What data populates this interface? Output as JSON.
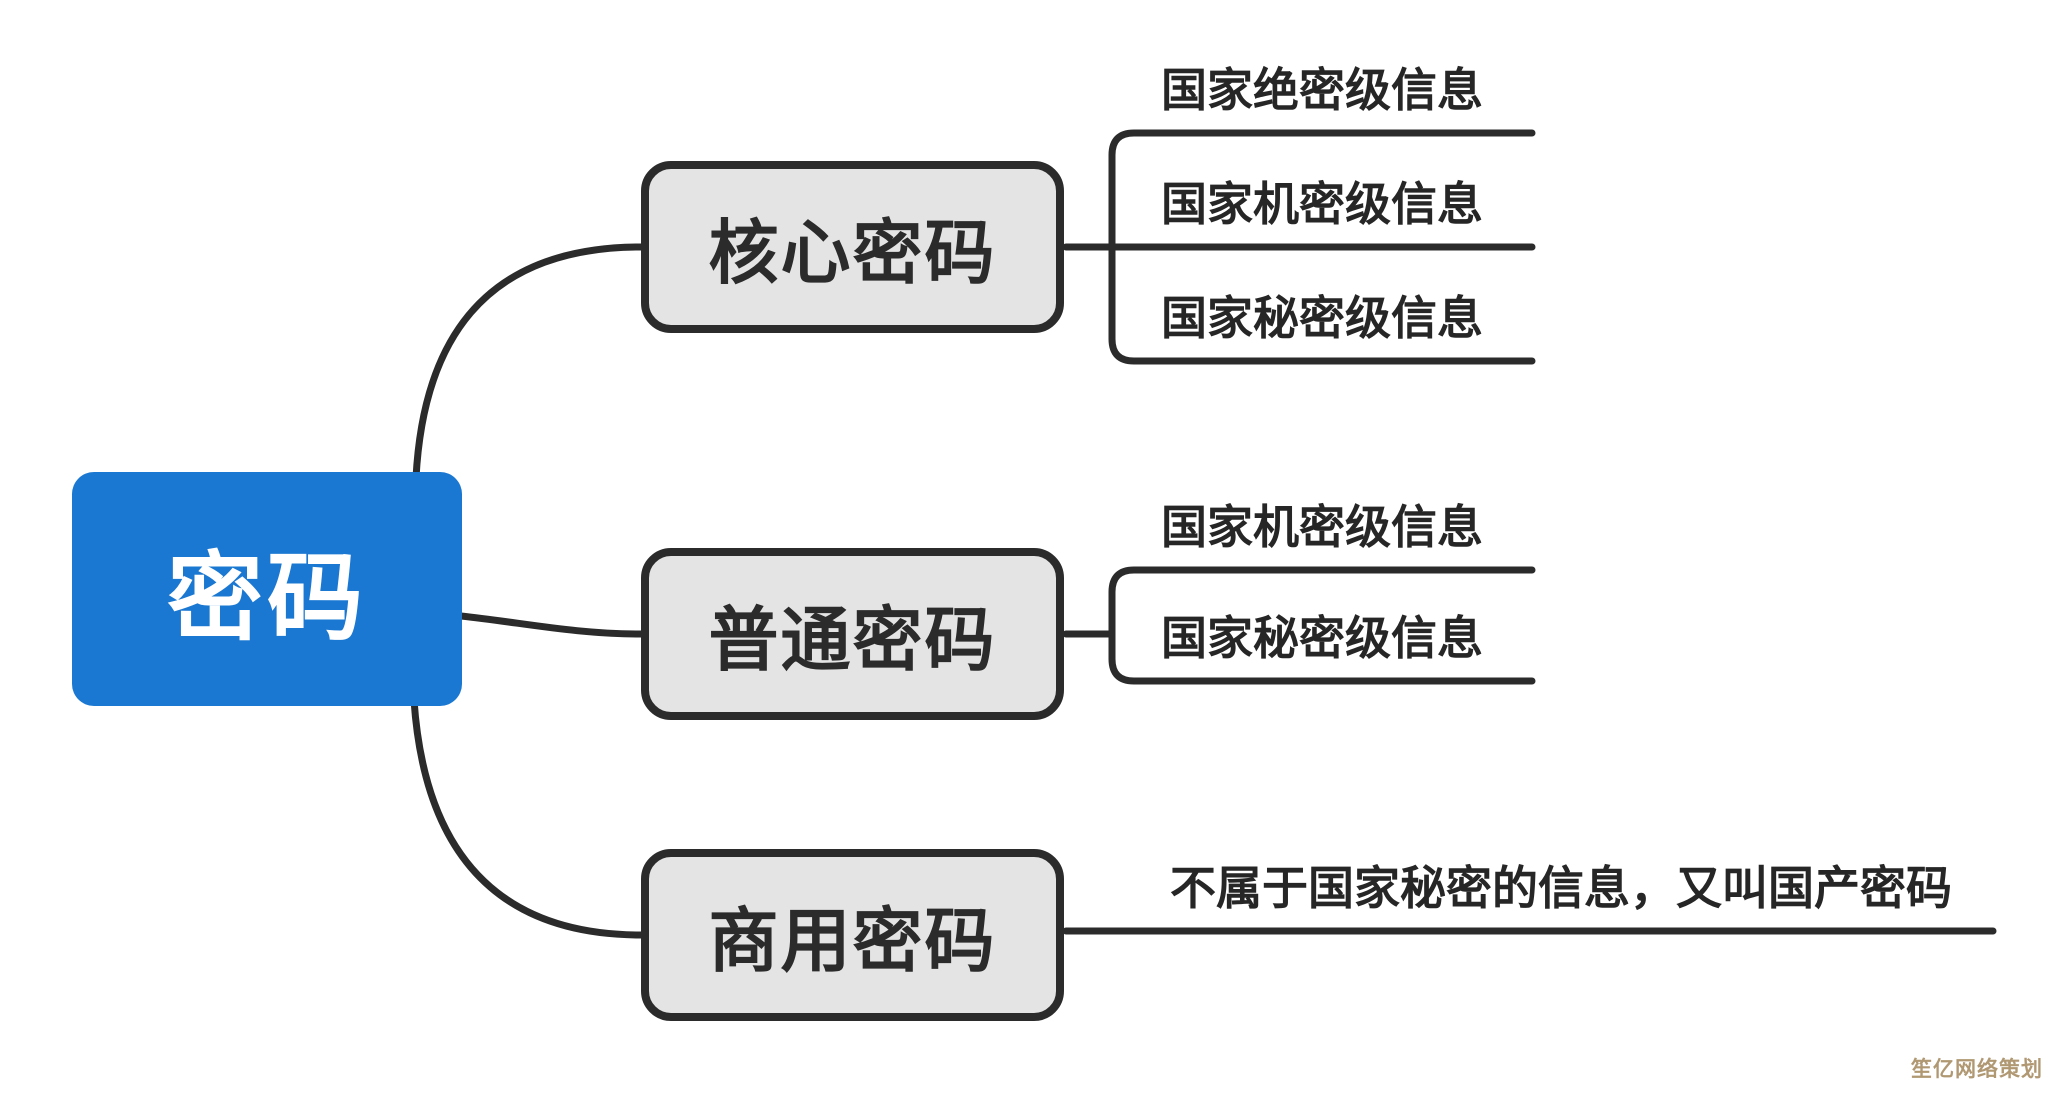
{
  "diagram": {
    "type": "mindmap",
    "background_color": "#ffffff",
    "line_color": "#2b2b2b"
  },
  "root": {
    "label": "密码",
    "fill_color": "#1a78d2",
    "text_color": "#ffffff"
  },
  "branches": [
    {
      "label": "核心密码",
      "fill_color": "#e4e4e4",
      "border_color": "#2b2b2b",
      "children": [
        {
          "label": "国家绝密级信息"
        },
        {
          "label": "国家机密级信息"
        },
        {
          "label": "国家秘密级信息"
        }
      ]
    },
    {
      "label": "普通密码",
      "fill_color": "#e4e4e4",
      "border_color": "#2b2b2b",
      "children": [
        {
          "label": "国家机密级信息"
        },
        {
          "label": "国家秘密级信息"
        }
      ]
    },
    {
      "label": "商用密码",
      "fill_color": "#e4e4e4",
      "border_color": "#2b2b2b",
      "children": [
        {
          "label": "不属于国家秘密的信息，又叫国产密码"
        }
      ]
    }
  ],
  "watermark": {
    "text": "笙亿网络策划",
    "color": "#b09873"
  }
}
